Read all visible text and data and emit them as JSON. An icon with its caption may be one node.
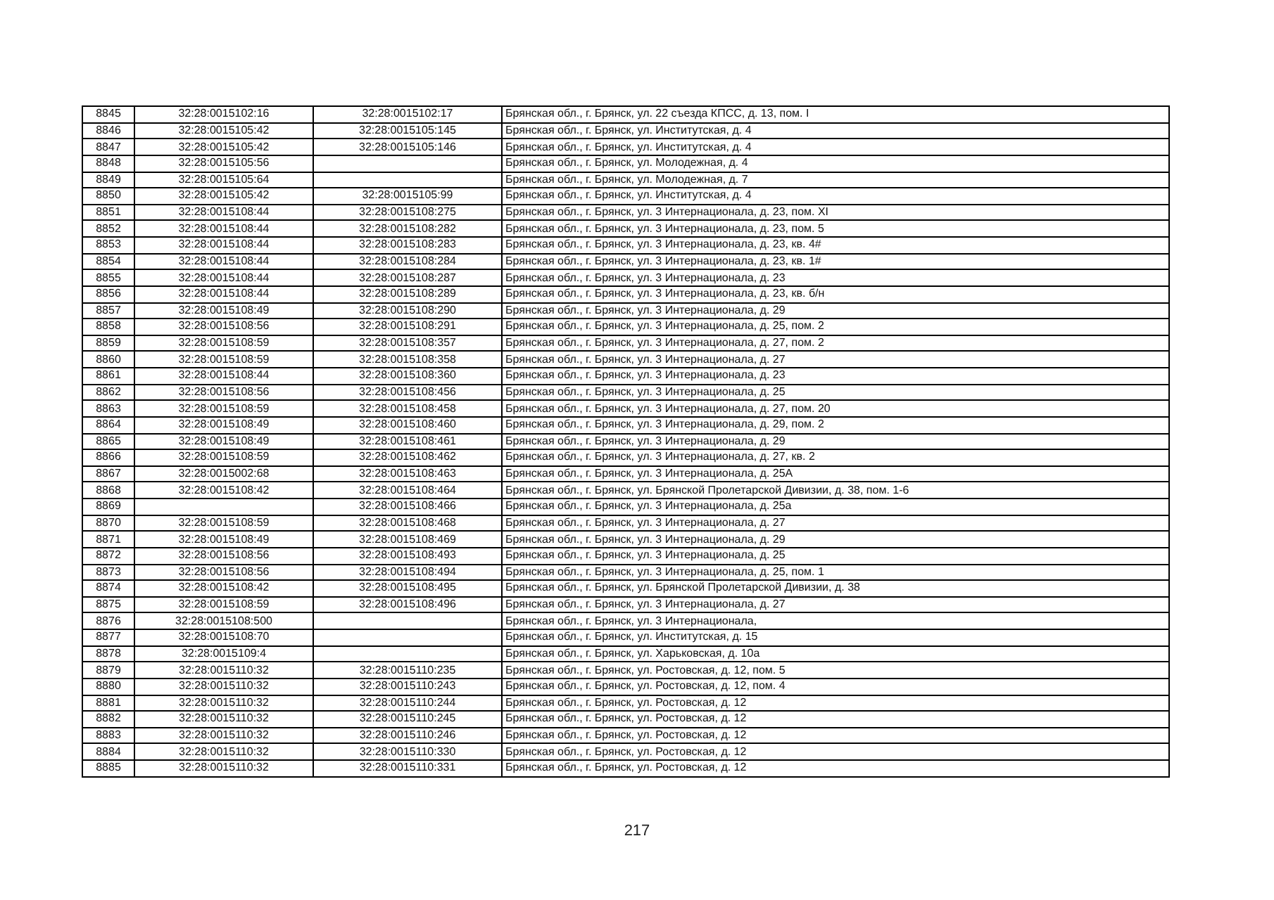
{
  "diagram": {
    "labels": [
      "8845",
      "32:28:0015102:16",
      "32:28:0015102:17",
      "Брянская обл., г. Брянск, ул. 22 съезда КПСС, д. 13, пом. I",
      "8846",
      "32:28:0015105:42",
      "32:28:0015105:145",
      "Брянская обл., г. Брянск, ул. Институтская, д. 4",
      "8847",
      "32:28:0015105:42",
      "32:28:0015105:146",
      "Брянская обл., г. Брянск, ул. Институтская, д. 4",
      "8848",
      "32:28:0015105:56",
      "Брянская обл., г. Брянск, ул. Молодежная, д. 4",
      "8849",
      "32:28:0015105:64",
      "Брянская обл., г. Брянск, ул. Молодежная, д. 7",
      "8850",
      "32:28:0015105:42",
      "32:28:0015105:99",
      "Брянская обл., г. Брянск, ул. Институтская, д. 4",
      "8851",
      "32:28:0015108:44",
      "32:28:0015108:275",
      "Брянская обл., г. Брянск, ул. 3 Интернационала, д. 23, пом. XI",
      "8852",
      "32:28:0015108:44",
      "32:28:0015108:282",
      "Брянская обл., г. Брянск, ул. 3 Интернационала, д. 23, пом. 5",
      "8853",
      "32:28:0015108:44",
      "32:28:0015108:283",
      "Брянская обл., г. Брянск, ул. 3 Интернационала, д. 23, кв. 4#",
      "8854",
      "32:28:0015108:44",
      "32:28:0015108:284",
      "Брянская обл., г. Брянск, ул. 3 Интернационала, д. 23, кв. 1#",
      "8855",
      "32:28:0015108:44",
      "32:28:0015108:287",
      "Брянская обл., г. Брянск, ул. 3 Интернационала, д. 23",
      "8856",
      "32:28:0015108:44",
      "32:28:0015108:289",
      "Брянская обл., г. Брянск, ул. 3 Интернационала, д. 23, кв. б/н",
      "8857",
      "32:28:0015108:49",
      "32:28:0015108:290",
      "Брянская обл., г. Брянск, ул. 3 Интернационала, д. 29",
      "8858",
      "32:28:0015108:56",
      "32:28:0015108:291",
      "Брянская обл., г. Брянск, ул. 3 Интернационала, д. 25, пом. 2",
      "8859",
      "32:28:0015108:59",
      "32:28:0015108:357",
      "Брянская обл., г. Брянск, ул. 3 Интернационала, д. 27, пом. 2",
      "8860",
      "32:28:0015108:59",
      "32:28:0015108:358",
      "Брянская обл., г. Брянск, ул. 3 Интернационала, д. 27",
      "8861",
      "32:28:0015108:44",
      "32:28:0015108:360",
      "Брянская обл., г. Брянск, ул. 3 Интернационала, д. 23",
      "8862",
      "32:28:0015108:56",
      "32:28:0015108:456",
      "Брянская обл., г. Брянск, ул. 3 Интернационала, д. 25",
      "8863",
      "32:28:0015108:59",
      "32:28:0015108:458",
      "Брянская обл., г. Брянск, ул. 3 Интернационала, д. 27, пом. 20",
      "8864",
      "32:28:0015108:49",
      "32:28:0015108:460",
      "Брянская обл., г. Брянск, ул. 3 Интернационала, д. 29, пом. 2",
      "8865",
      "32:28:0015108:49",
      "32:28:0015108:461",
      "Брянская обл., г. Брянск, ул. 3 Интернационала, д. 29",
      "8866",
      "32:28:0015108:59",
      "32:28:0015108:462",
      "Брянская обл., г. Брянск, ул. 3 Интернационала, д. 27, кв. 2",
      "8867",
      "32:28:0015002:68",
      "32:28:0015108:463",
      "Брянская обл., г. Брянск, ул. 3 Интернационала, д. 25А",
      "8868",
      "32:28:0015108:42",
      "32:28:0015108:464",
      "Брянская обл., г. Брянск, ул. Брянской Пролетарской Дивизии, д. 38, пом. 1-6",
      "8869",
      "32:28:0015108:466",
      "Брянская обл., г. Брянск, ул. 3 Интернационала, д. 25а",
      "8870",
      "32:28:0015108:59",
      "32:28:0015108:468",
      "Брянская обл., г. Брянск, ул. 3 Интернационала, д. 27",
      "8871",
      "32:28:0015108:49",
      "32:28:0015108:469",
      "Брянская обл., г. Брянск, ул. 3 Интернационала, д. 29",
      "8872",
      "32:28:0015108:56",
      "32:28:0015108:493",
      "Брянская обл., г. Брянск, ул. 3 Интернационала, д. 25",
      "8873",
      "32:28:0015108:56",
      "32:28:0015108:494",
      "Брянская обл., г. Брянск, ул. 3 Интернационала, д. 25, пом. 1",
      "8874",
      "32:28:0015108:42",
      "32:28:0015108:495",
      "Брянская обл., г. Брянск, ул. Брянской Пролетарской Дивизии, д. 38",
      "8875",
      "32:28:0015108:59",
      "32:28:0015108:496",
      "Брянская обл., г. Брянск, ул. 3 Интернационала, д. 27",
      "8876",
      "32:28:0015108:500",
      "Брянская обл., г. Брянск, ул. 3 Интернационала,",
      "8877",
      "32:28:0015108:70",
      "Брянская обл., г. Брянск, ул. Институтская, д. 15",
      "8878",
      "32:28:0015109:4",
      "Брянская обл., г. Брянск, ул. Харьковская, д. 10а",
      "8879",
      "32:28:0015110:32",
      "32:28:0015110:235",
      "Брянская обл., г. Брянск, ул. Ростовская, д. 12, пом. 5",
      "8880",
      "32:28:0015110:32",
      "32:28:0015110:243",
      "Брянская обл., г. Брянск, ул. Ростовская, д. 12, пом. 4",
      "8881",
      "32:28:0015110:32",
      "32:28:0015110:244",
      "Брянская обл., г. Брянск, ул. Ростовская, д. 12",
      "8882",
      "32:28:0015110:32",
      "32:28:0015110:245",
      "Брянская обл., г. Брянск, ул. Ростовская, д. 12",
      "8883",
      "32:28:0015110:32",
      "32:28:0015110:246",
      "Брянская обл., г. Брянск, ул. Ростовская, д. 12",
      "8884",
      "32:28:0015110:32",
      "32:28:0015110:330",
      "Брянская обл., г. Брянск, ул. Ростовская, д. 12",
      "8885",
      "32:28:0015110:32",
      "32:28:0015110:331",
      "Брянская обл., г. Брянск, ул. Ростовская, д. 12",
      "217"
    ]
  }
}
